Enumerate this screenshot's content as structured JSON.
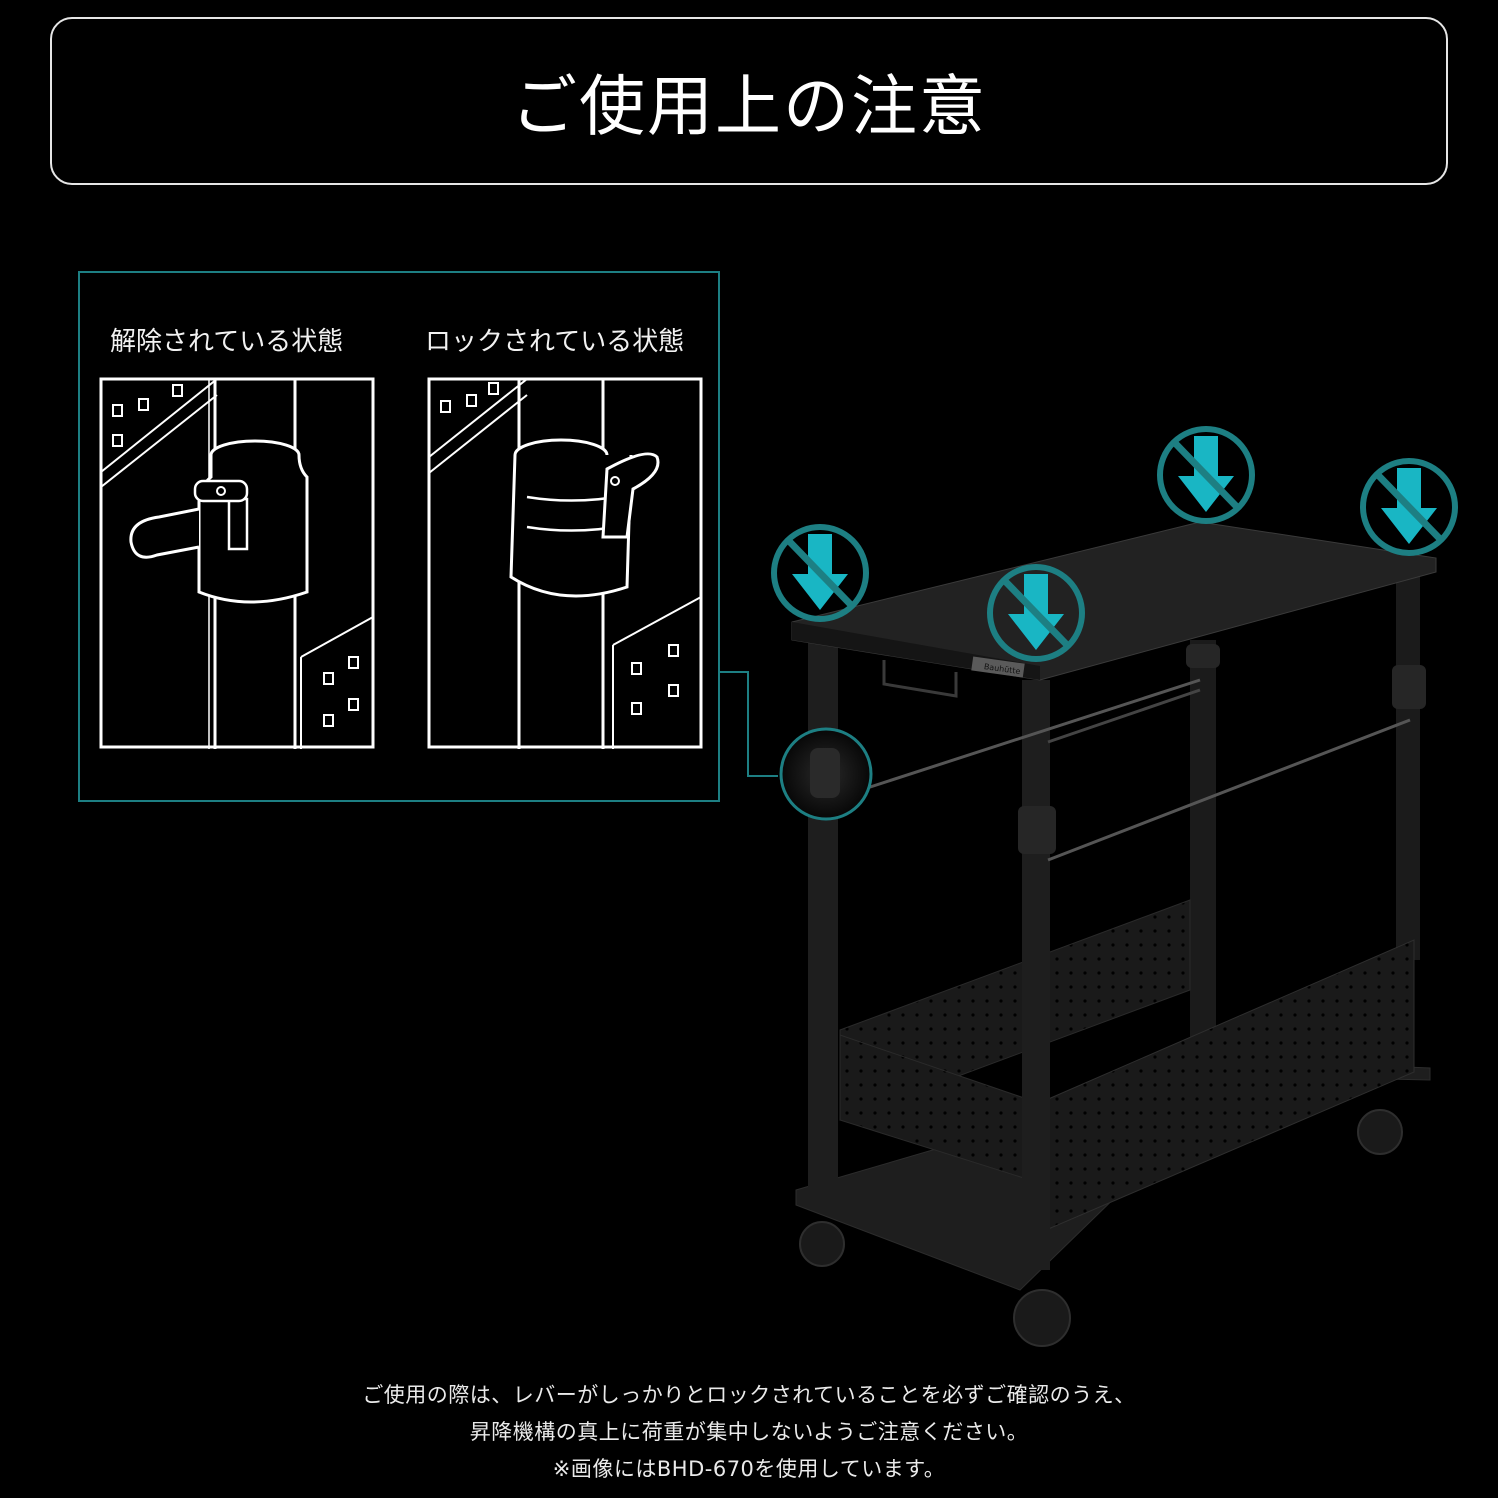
{
  "header": {
    "title": "ご使用上の注意"
  },
  "detail_panel": {
    "released_label": "解除されている状態",
    "locked_label": "ロックされている状態"
  },
  "product": {
    "brand_plate": "Bauhütte"
  },
  "caption": {
    "line1": "ご使用の際は、レバーがしっかりとロックされていることを必ずご確認のうえ、",
    "line2": "昇降機構の真上に荷重が集中しないようご注意ください。",
    "line3": "※画像にはBHD-670を使用しています。"
  },
  "colors": {
    "accent": "#1d7f83",
    "arrow_fill": "#19b6c4",
    "background": "#000000"
  },
  "icons": [
    "no-press-down-icon"
  ]
}
